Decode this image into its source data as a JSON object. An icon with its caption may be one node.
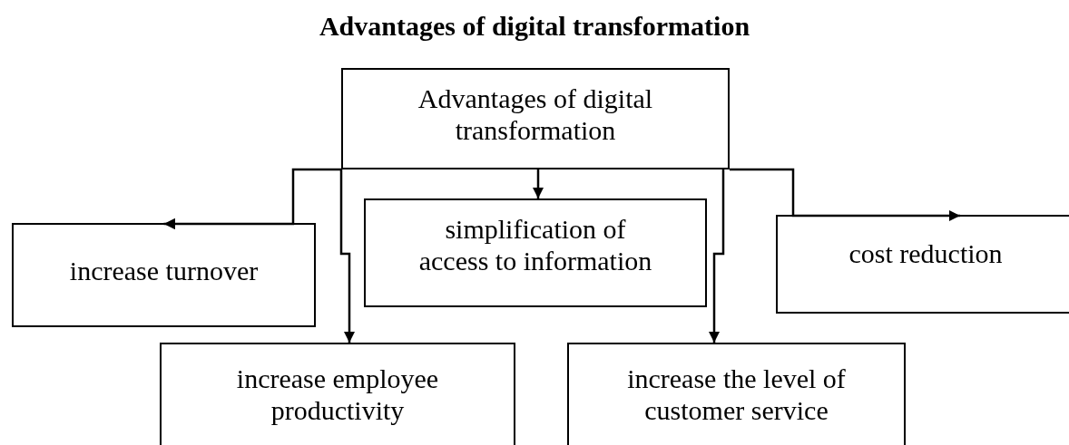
{
  "diagram": {
    "title": "Advantages of digital transformation",
    "nodes": [
      {
        "text": [
          "Advantages of digital transformation"
        ]
      },
      {
        "text": [
          "increase turnover"
        ]
      },
      {
        "text": [
          "simplification of access to information"
        ]
      },
      {
        "text": [
          "cost reduction"
        ]
      },
      {
        "text": [
          "increase employee productivity"
        ]
      },
      {
        "text": [
          "increase the level of customer service"
        ]
      }
    ],
    "edges": [
      {
        "from": 0,
        "to": 1,
        "arrow": "to"
      },
      {
        "from": 0,
        "to": 2,
        "arrow": "to"
      },
      {
        "from": 0,
        "to": 3,
        "arrow": "to"
      },
      {
        "from": 0,
        "to": 4,
        "arrow": "to"
      },
      {
        "from": 0,
        "to": 5,
        "arrow": "to"
      }
    ]
  }
}
